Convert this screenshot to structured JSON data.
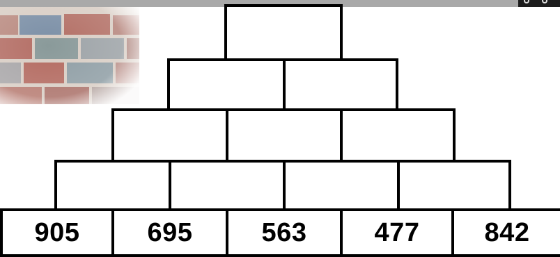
{
  "pyramid": {
    "rows": [
      {
        "cells": [
          "",
          "",
          "",
          "",
          ""
        ],
        "input": false
      },
      {
        "cells": [
          "",
          "",
          "",
          ""
        ],
        "input": true
      },
      {
        "cells": [
          "",
          "",
          ""
        ],
        "input": true
      },
      {
        "cells": [
          "",
          ""
        ],
        "input": true
      },
      {
        "cells": [
          ""
        ],
        "input": true
      }
    ],
    "base_values": [
      "905",
      "695",
      "563",
      "477",
      "842"
    ]
  },
  "colors": {
    "topbar": "#a9a9a9",
    "border": "#000000",
    "text": "#000000"
  }
}
